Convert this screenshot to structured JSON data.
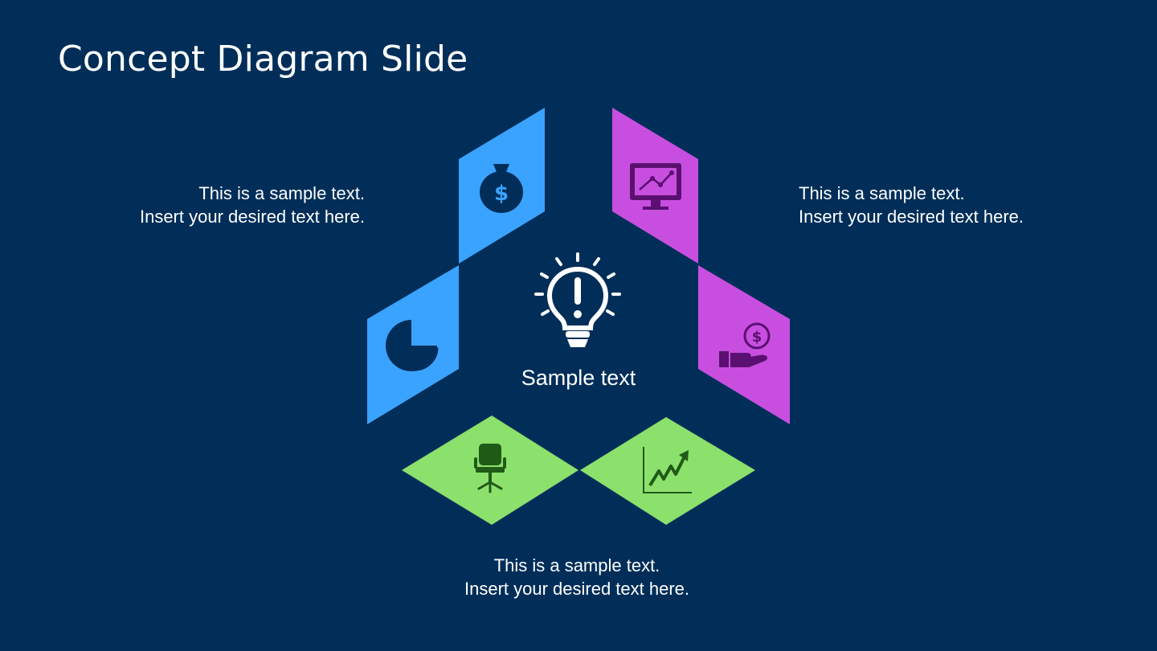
{
  "slide": {
    "title": "Concept Diagram Slide",
    "center_label": "Sample text",
    "colors": {
      "background": "#002e59",
      "blue": "#3aa3ff",
      "purple": "#c84ee0",
      "green": "#8ce06c",
      "icon_on_blue": "#002e59",
      "icon_on_purple": "#5a1070",
      "icon_on_green": "#1f5a17"
    },
    "descriptions": {
      "left": {
        "line1": "This is a sample text.",
        "line2": "Insert your desired text here."
      },
      "right": {
        "line1": "This is a sample text.",
        "line2": "Insert your desired text here."
      },
      "bottom": {
        "line1": "This is a sample text.",
        "line2": "Insert your desired text here."
      }
    },
    "icons": {
      "center": "lightbulb-exclamation-icon",
      "blue_top": "money-bag-icon",
      "blue_bottom": "pie-chart-icon",
      "purple_top": "monitor-chart-icon",
      "purple_bottom": "hand-coin-icon",
      "green_left": "office-chair-icon",
      "green_right": "growth-chart-icon"
    }
  }
}
